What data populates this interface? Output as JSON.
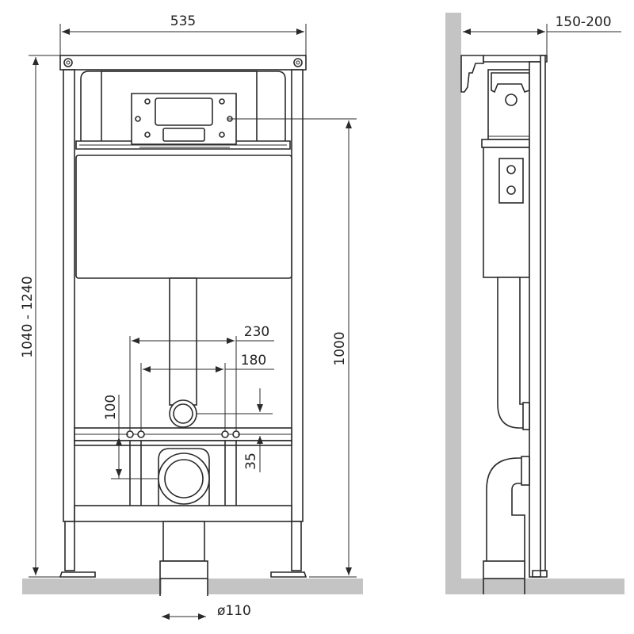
{
  "front_view": {
    "width_label": "535",
    "height_range_label": "1040 - 1240",
    "cistern_height_label": "1000",
    "bolt_outer_label": "230",
    "bolt_inner_label": "180",
    "inlet_height_label": "100",
    "outlet_offset_label": "35",
    "drain_diameter_label": "ø110"
  },
  "side_view": {
    "wall_gap_label": "150-200"
  }
}
